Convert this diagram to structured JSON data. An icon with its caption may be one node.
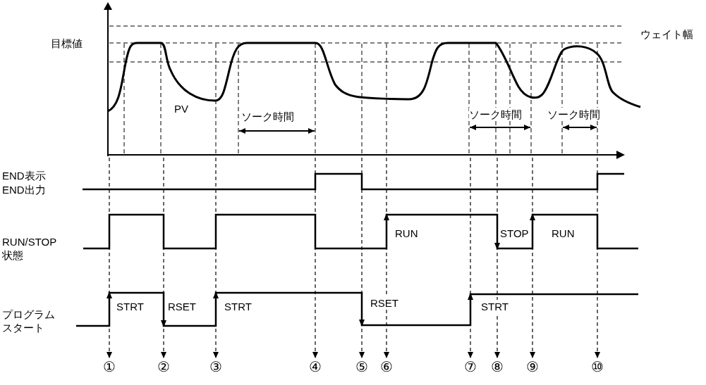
{
  "diagram": {
    "nodes": [
      {
        "text": [
          "①"
        ]
      },
      {
        "text": [
          "②"
        ]
      },
      {
        "text": [
          "③"
        ]
      },
      {
        "text": [
          "④"
        ]
      },
      {
        "text": [
          "⑤"
        ]
      },
      {
        "text": [
          "⑥"
        ]
      },
      {
        "text": [
          "⑦"
        ]
      },
      {
        "text": [
          "⑧"
        ]
      },
      {
        "text": [
          "⑨"
        ]
      },
      {
        "text": [
          "⑩"
        ]
      }
    ],
    "edges": [
      {
        "from": null,
        "to": 0,
        "arrow": "to",
        "style": "dashed"
      },
      {
        "from": null,
        "to": 1,
        "arrow": "to",
        "style": "dashed"
      },
      {
        "from": null,
        "to": 2,
        "arrow": "to",
        "style": "dashed"
      },
      {
        "from": null,
        "to": 3,
        "arrow": "to",
        "style": "dashed"
      },
      {
        "from": null,
        "to": 4,
        "arrow": "to",
        "style": "dashed"
      },
      {
        "from": null,
        "to": 5,
        "arrow": "to",
        "style": "dashed"
      },
      {
        "from": null,
        "to": 6,
        "arrow": "to",
        "style": "dashed"
      },
      {
        "from": null,
        "to": 7,
        "arrow": "to",
        "style": "dashed"
      },
      {
        "from": null,
        "to": 8,
        "arrow": "to",
        "style": "dashed"
      },
      {
        "from": null,
        "to": 9,
        "arrow": "to",
        "style": "dashed"
      }
    ],
    "labels": [
      "目標値",
      "ウェイト幅",
      "PV",
      "ソーク時間",
      "ソーク時間",
      "ソーク時間",
      "END表示",
      "END出力",
      "RUN/STOP状態",
      "RUN",
      "STOP",
      "RUN",
      "STRT",
      "RSET",
      "STRT",
      "RSET",
      "STRT",
      "プログラムスタート"
    ]
  }
}
